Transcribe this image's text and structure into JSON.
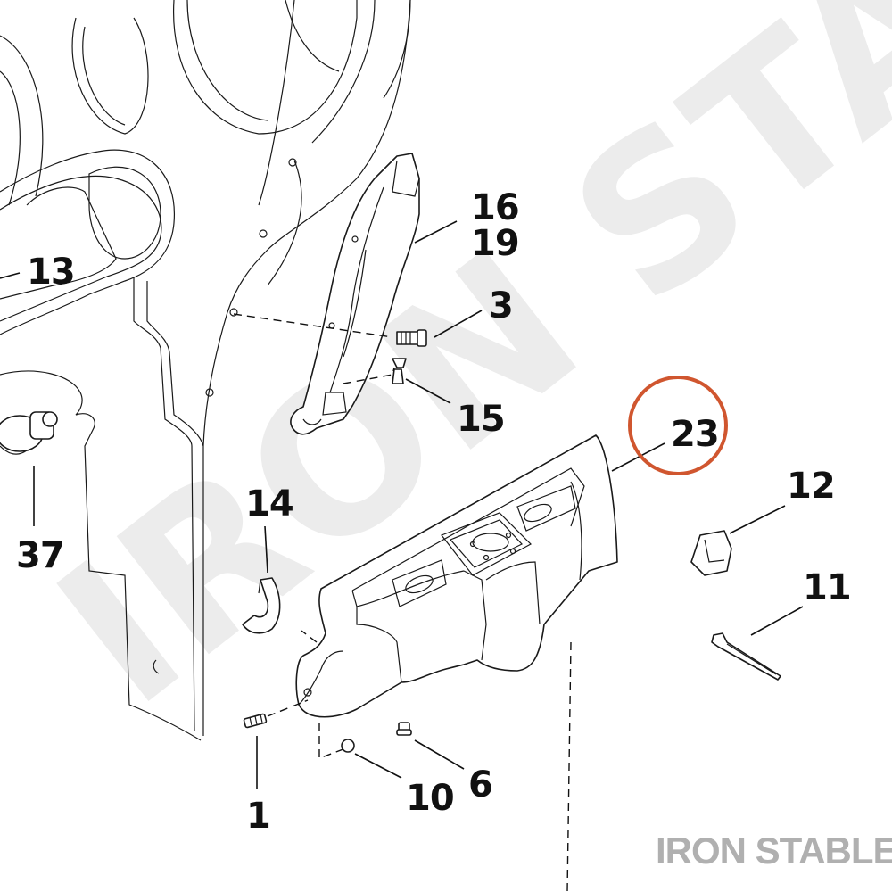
{
  "watermark_text": "IRON STABLE",
  "brand_text": "IRON STABLE",
  "colors": {
    "callout_text": "#111111",
    "highlight_circle": "#d0562f",
    "line": "#1a1a1a",
    "watermark": "#ececec",
    "brand": "#b0b0b0"
  },
  "callouts": {
    "c1": "1",
    "c3": "3",
    "c6": "6",
    "c10": "10",
    "c11": "11",
    "c12": "12",
    "c13": "13",
    "c14": "14",
    "c15": "15",
    "c16": "16",
    "c19": "19",
    "c23": "23",
    "c37": "37"
  },
  "highlighted_callout": "23"
}
